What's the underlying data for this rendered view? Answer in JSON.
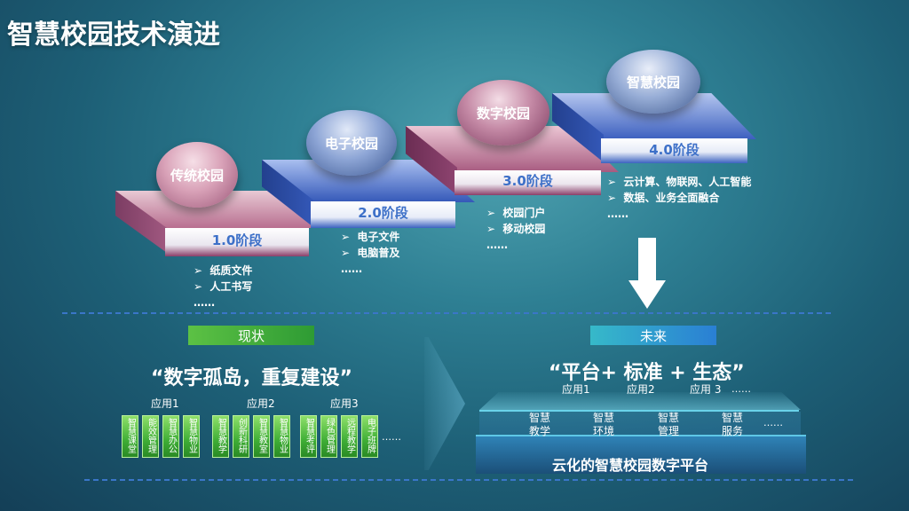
{
  "title": "智慧校园技术演进",
  "stages": [
    {
      "name": "传统校园",
      "phase": "1.0阶段",
      "bullets": [
        "纸质文件",
        "人工书写"
      ],
      "more": "……"
    },
    {
      "name": "电子校园",
      "phase": "2.0阶段",
      "bullets": [
        "电子文件",
        "电脑普及"
      ],
      "more": "……"
    },
    {
      "name": "数字校园",
      "phase": "3.0阶段",
      "bullets": [
        "校园门户",
        "移动校园"
      ],
      "more": "……"
    },
    {
      "name": "智慧校园",
      "phase": "4.0阶段",
      "bullets": [
        "云计算、物联网、人工智能",
        "数据、业务全面融合"
      ],
      "more": "……"
    }
  ],
  "colors": {
    "pink_top": "#b96f8f",
    "blue_top": "#3b66c6",
    "green_tag": "#4fb13d",
    "blue_tag": "#2f8ad6",
    "tile_green": "#3fae36"
  },
  "current": {
    "tag": "现状",
    "quote": "“数字孤岛，重复建设”",
    "apps": [
      {
        "label": "应用1",
        "tiles": [
          "智慧课堂",
          "能效管理",
          "智慧办公",
          "智慧物业"
        ]
      },
      {
        "label": "应用2",
        "tiles": [
          "智慧教学",
          "创新科研",
          "智慧教室",
          "智慧物业"
        ]
      },
      {
        "label": "应用3",
        "tiles": [
          "智慧考评",
          "绿色管理",
          "远程教学",
          "电子班牌"
        ]
      }
    ],
    "more": "……"
  },
  "future": {
    "tag": "未来",
    "quote": "“平台+ 标准 + 生态”",
    "app_labels": [
      "应用1",
      "应用2",
      "应用 3"
    ],
    "app_more": "……",
    "cells": [
      "智慧\n教学",
      "智慧\n环境",
      "智慧\n管理",
      "智慧\n服务"
    ],
    "cells_more": "……",
    "platform": "云化的智慧校园数字平台"
  }
}
